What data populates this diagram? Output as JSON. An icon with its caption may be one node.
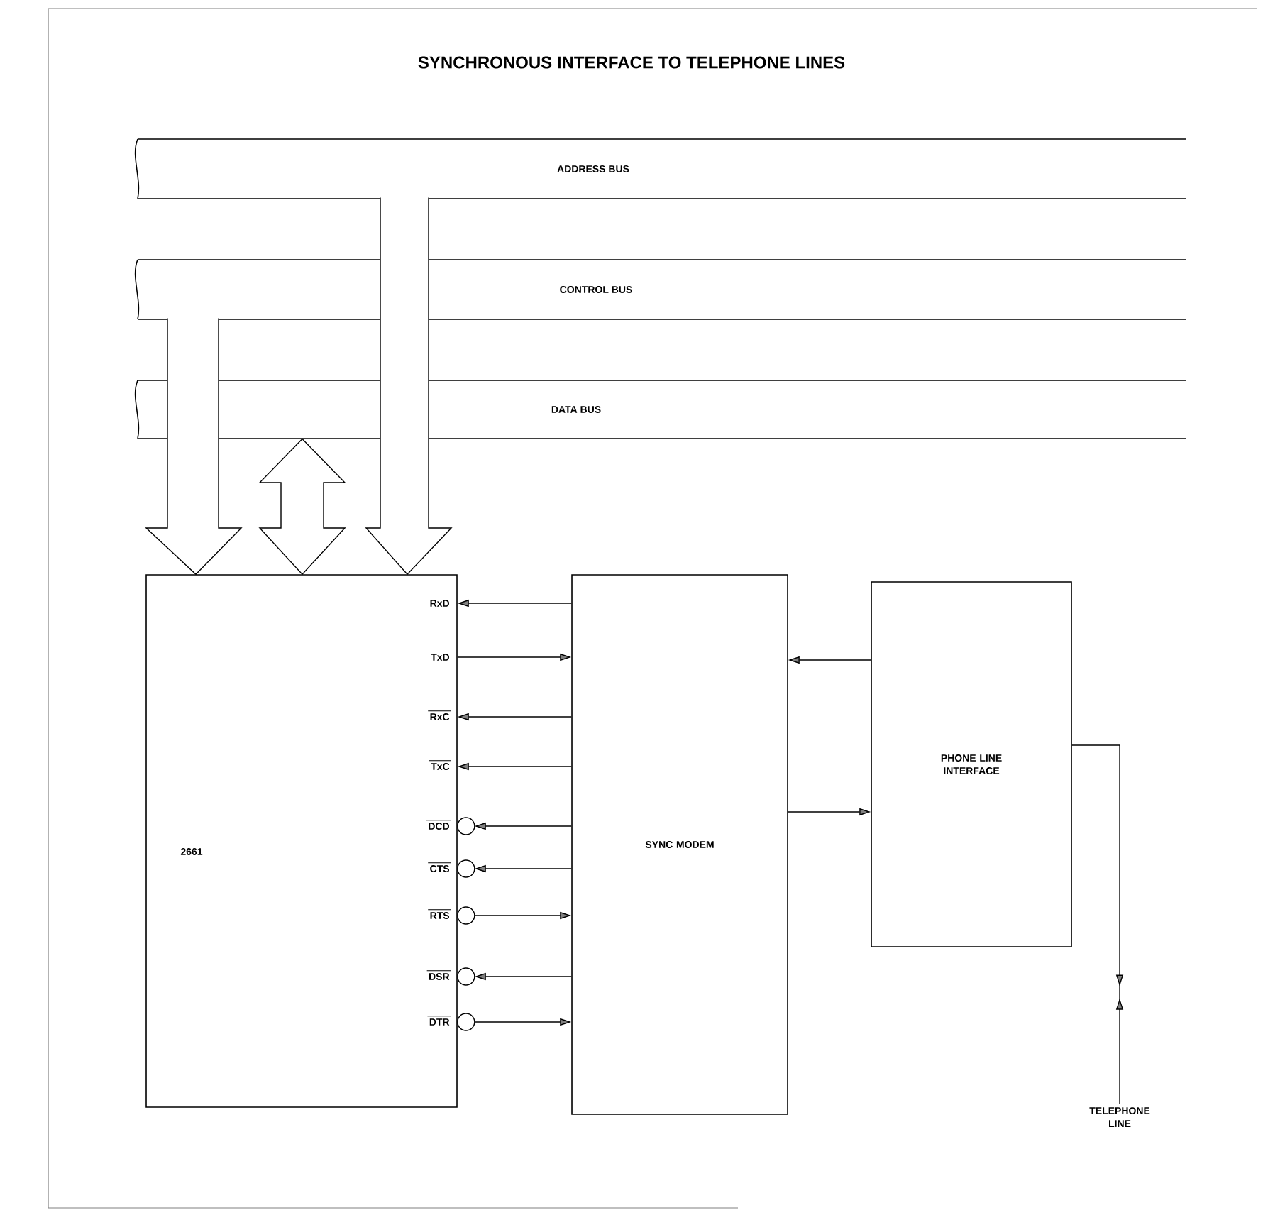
{
  "diagram": {
    "title": "SYNCHRONOUS INTERFACE TO TELEPHONE LINES",
    "nodes": [
      {
        "text": [
          "ADDRESS BUS"
        ]
      },
      {
        "text": [
          "CONTROL BUS"
        ]
      },
      {
        "text": [
          "DATA BUS"
        ]
      },
      {
        "text": [
          "2661",
          "RxD",
          "TxD",
          "RxC",
          "TxC",
          "DCD",
          "CTS",
          "RTS",
          "DSR",
          "DTR"
        ]
      },
      {
        "text": [
          "SYNC MODEM"
        ]
      },
      {
        "text": [
          "PHONE LINE INTERFACE"
        ]
      },
      {
        "text": [
          "TELEPHONE LINE"
        ]
      }
    ],
    "edges": [
      {
        "from": 1,
        "to": 3,
        "arrow": "to"
      },
      {
        "from": 2,
        "to": 3,
        "arrow": "both"
      },
      {
        "from": 0,
        "to": 3,
        "arrow": "to"
      },
      {
        "from": 4,
        "to": 3,
        "arrow": "to"
      },
      {
        "from": 3,
        "to": 4,
        "arrow": "to"
      },
      {
        "from": 4,
        "to": 3,
        "arrow": "to"
      },
      {
        "from": 4,
        "to": 3,
        "arrow": "to"
      },
      {
        "from": 4,
        "to": 3,
        "arrow": "to"
      },
      {
        "from": 4,
        "to": 3,
        "arrow": "to"
      },
      {
        "from": 3,
        "to": 4,
        "arrow": "to"
      },
      {
        "from": 4,
        "to": 3,
        "arrow": "to"
      },
      {
        "from": 3,
        "to": 4,
        "arrow": "to"
      },
      {
        "from": 5,
        "to": 4,
        "arrow": "to"
      },
      {
        "from": 4,
        "to": 5,
        "arrow": "to"
      },
      {
        "from": 5,
        "to": 6,
        "arrow": "to"
      }
    ]
  }
}
